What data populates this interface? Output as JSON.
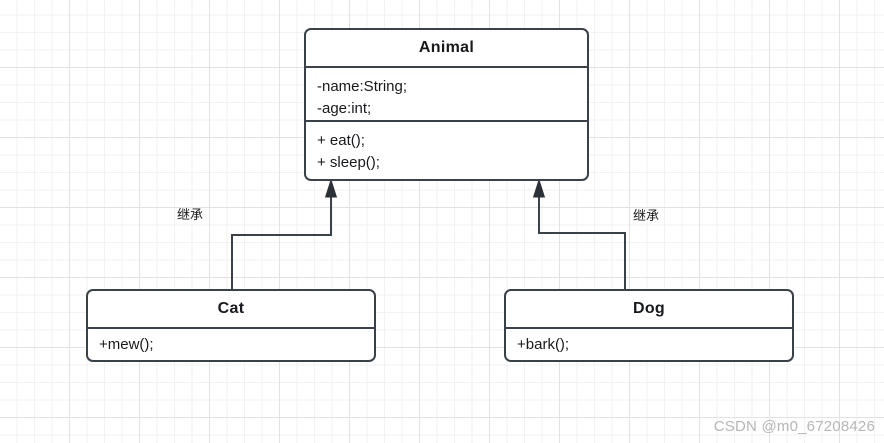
{
  "diagram": {
    "type": "uml-class-diagram",
    "background": "graph-paper-grid",
    "grid_color": "#e2e2e2",
    "border_color": "#3b4149",
    "text_color": "#17191c"
  },
  "classes": [
    {
      "id": "animal",
      "name": "Animal",
      "attributes": [
        "-name:String;",
        "-age:int;"
      ],
      "operations": [
        "+ eat();",
        "+ sleep();"
      ]
    },
    {
      "id": "cat",
      "name": "Cat",
      "attributes": [],
      "operations": [
        "+mew();"
      ]
    },
    {
      "id": "dog",
      "name": "Dog",
      "attributes": [],
      "operations": [
        "+bark();"
      ]
    }
  ],
  "relationships": [
    {
      "id": "cat-to-animal",
      "kind": "generalization",
      "label": "继承",
      "from": "Cat",
      "to": "Animal",
      "arrowhead": "filled-triangle"
    },
    {
      "id": "dog-to-animal",
      "kind": "generalization",
      "label": "继承",
      "from": "Dog",
      "to": "Animal",
      "arrowhead": "filled-triangle"
    }
  ],
  "watermark": {
    "text": "CSDN @m0_67208426",
    "color": "#b6b6b6"
  }
}
